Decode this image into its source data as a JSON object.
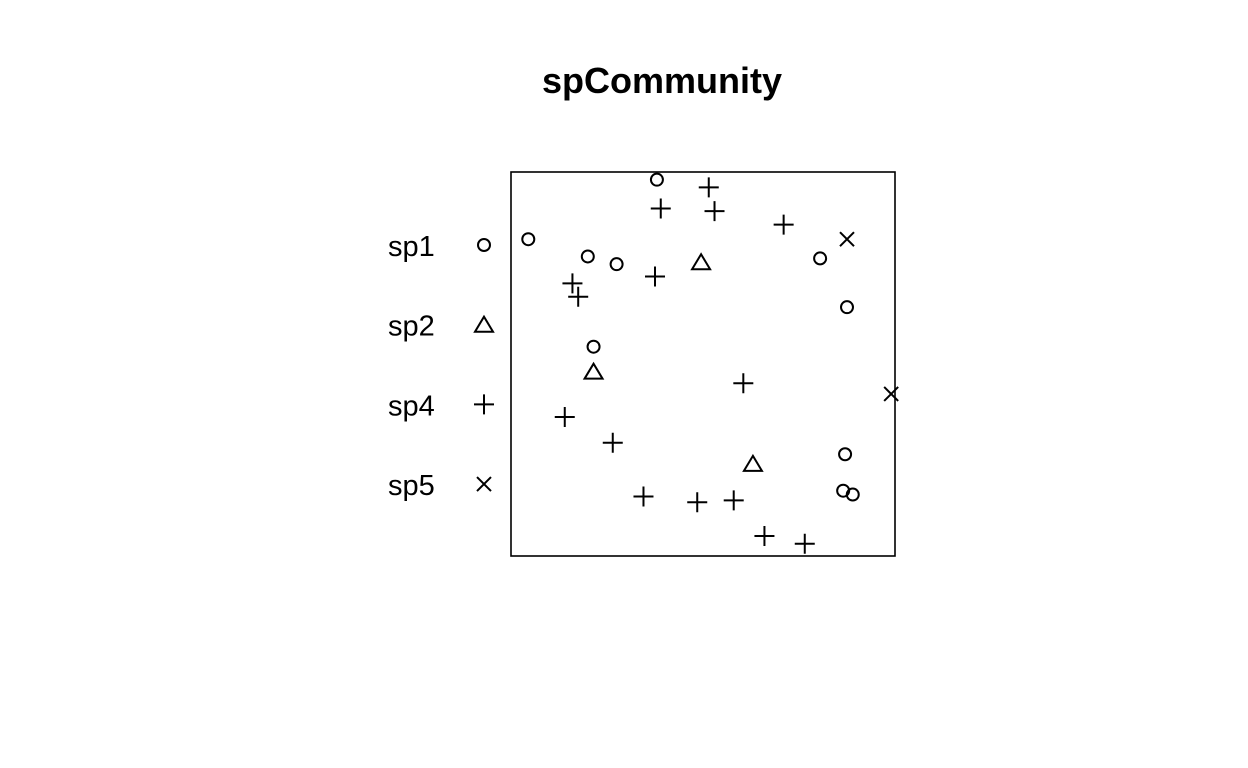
{
  "chart_data": {
    "type": "scatter",
    "title": "spCommunity",
    "xlabel": "",
    "ylabel": "",
    "xlim": [
      0,
      1
    ],
    "ylim": [
      0,
      1
    ],
    "axes_visible": false,
    "legend_position": "left",
    "legend": [
      {
        "name": "sp1",
        "symbol": "circle"
      },
      {
        "name": "sp2",
        "symbol": "triangle"
      },
      {
        "name": "sp4",
        "symbol": "plus"
      },
      {
        "name": "sp5",
        "symbol": "cross"
      }
    ],
    "series": [
      {
        "name": "sp1",
        "symbol": "circle",
        "points": [
          {
            "x": 0.045,
            "y": 0.825
          },
          {
            "x": 0.38,
            "y": 0.98
          },
          {
            "x": 0.2,
            "y": 0.78
          },
          {
            "x": 0.275,
            "y": 0.76
          },
          {
            "x": 0.805,
            "y": 0.775
          },
          {
            "x": 0.875,
            "y": 0.648
          },
          {
            "x": 0.215,
            "y": 0.545
          },
          {
            "x": 0.87,
            "y": 0.265
          },
          {
            "x": 0.865,
            "y": 0.17
          },
          {
            "x": 0.89,
            "y": 0.16
          }
        ]
      },
      {
        "name": "sp2",
        "symbol": "triangle",
        "points": [
          {
            "x": 0.495,
            "y": 0.765
          },
          {
            "x": 0.215,
            "y": 0.48
          },
          {
            "x": 0.63,
            "y": 0.24
          }
        ]
      },
      {
        "name": "sp4",
        "symbol": "plus",
        "points": [
          {
            "x": 0.515,
            "y": 0.96
          },
          {
            "x": 0.39,
            "y": 0.905
          },
          {
            "x": 0.53,
            "y": 0.898
          },
          {
            "x": 0.71,
            "y": 0.863
          },
          {
            "x": 0.16,
            "y": 0.71
          },
          {
            "x": 0.175,
            "y": 0.675
          },
          {
            "x": 0.375,
            "y": 0.728
          },
          {
            "x": 0.605,
            "y": 0.45
          },
          {
            "x": 0.14,
            "y": 0.362
          },
          {
            "x": 0.265,
            "y": 0.295
          },
          {
            "x": 0.345,
            "y": 0.155
          },
          {
            "x": 0.485,
            "y": 0.14
          },
          {
            "x": 0.58,
            "y": 0.145
          },
          {
            "x": 0.66,
            "y": 0.052
          },
          {
            "x": 0.765,
            "y": 0.032
          }
        ]
      },
      {
        "name": "sp5",
        "symbol": "cross",
        "points": [
          {
            "x": 0.875,
            "y": 0.825
          },
          {
            "x": 0.99,
            "y": 0.422
          }
        ]
      }
    ]
  }
}
